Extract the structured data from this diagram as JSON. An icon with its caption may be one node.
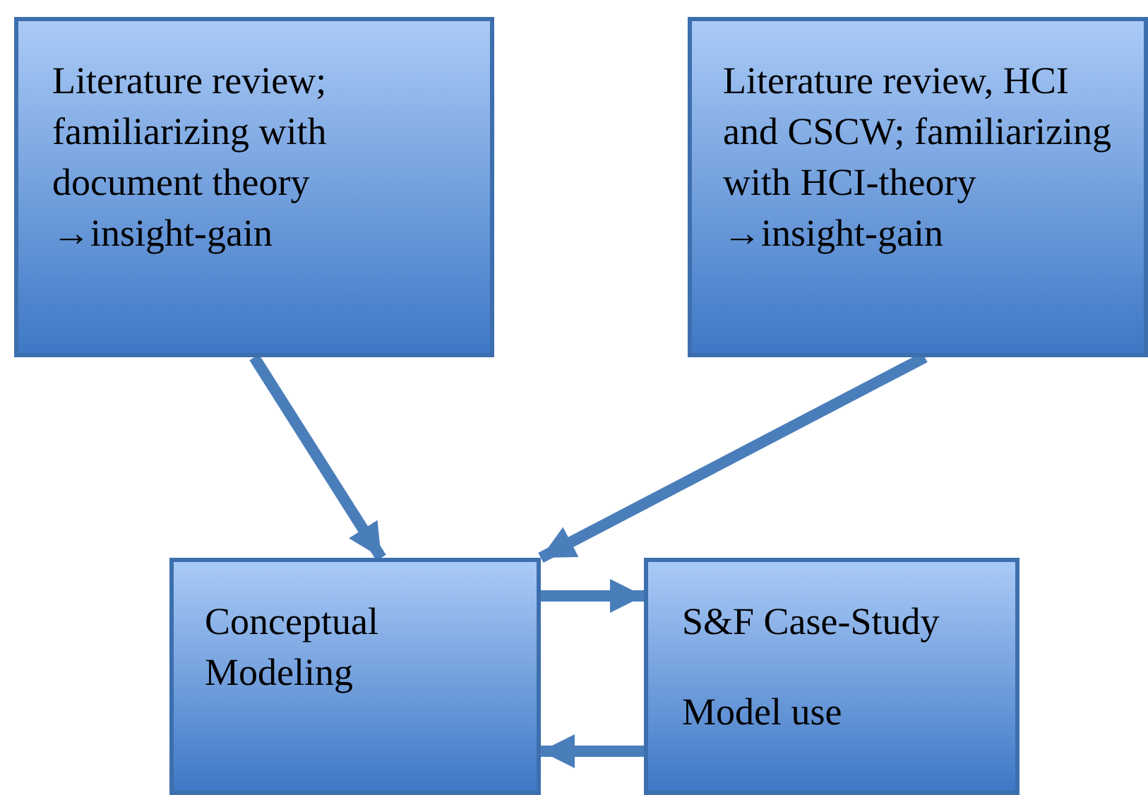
{
  "diagram": {
    "nodes": [
      {
        "text": [
          "Literature review; familiarizing with document theory",
          "→insight-gain"
        ]
      },
      {
        "text": [
          "Literature review, HCI and CSCW; familiarizing with HCI-theory",
          "→insight-gain"
        ]
      },
      {
        "text": [
          "Conceptual Modeling"
        ]
      },
      {
        "text": [
          "S&F Case-Study",
          "Model use"
        ]
      }
    ],
    "edges": [
      {
        "from": 0,
        "to": 2,
        "arrow": "to"
      },
      {
        "from": 1,
        "to": 2,
        "arrow": "to"
      },
      {
        "from": 2,
        "to": 3,
        "arrow": "to"
      },
      {
        "from": 3,
        "to": 2,
        "arrow": "to"
      }
    ]
  }
}
